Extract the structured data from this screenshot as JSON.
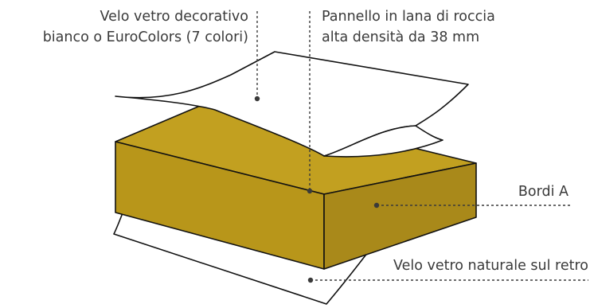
{
  "labels": {
    "top_left_line1": "Velo vetro decorativo",
    "top_left_line2": "bianco o EuroColors (7 colori)",
    "top_right_line1": "Pannello in lana di roccia",
    "top_right_line2": "alta densità da 38 mm",
    "edges": "Bordi A",
    "back": "Velo vetro naturale sul retro"
  },
  "colors": {
    "panel_front": "#b8961a",
    "panel_top": "#c2a020",
    "panel_side": "#a9891a",
    "line": "#111111",
    "text": "#3a3a3a"
  }
}
